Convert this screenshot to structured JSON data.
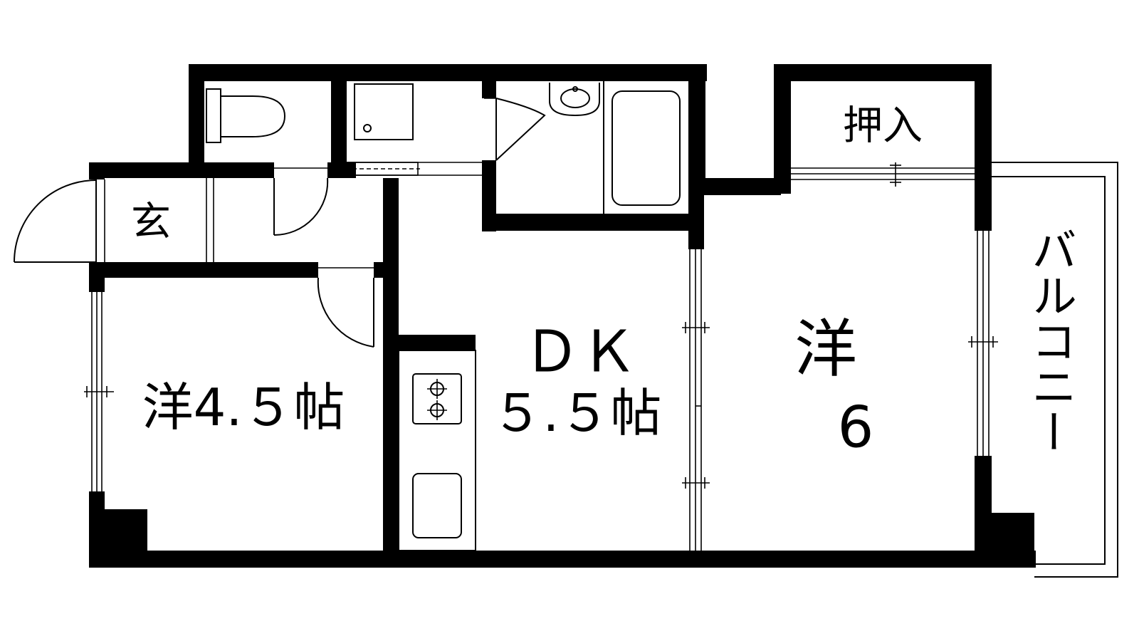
{
  "rooms": {
    "genkan": "玄",
    "oshiire": "押入",
    "balcony": "バルコニー",
    "western_small": "洋4.５帖",
    "dk_title": "ＤＫ",
    "dk_size": "５.５帖",
    "western_large_title": "洋",
    "western_large_size": "6"
  }
}
